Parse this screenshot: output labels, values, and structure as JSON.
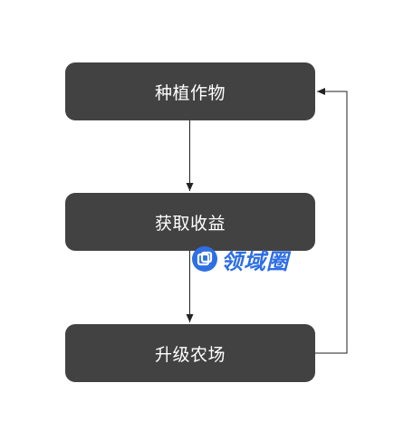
{
  "nodes": [
    {
      "label": "种植作物"
    },
    {
      "label": "获取收益"
    },
    {
      "label": "升级农场"
    }
  ],
  "edges": [
    {
      "from": "种植作物",
      "to": "获取收益"
    },
    {
      "from": "获取收益",
      "to": "升级农场"
    },
    {
      "from": "升级农场",
      "to": "种植作物"
    }
  ],
  "watermark": {
    "text": "领域圈"
  },
  "colors": {
    "node_fill": "#424242",
    "node_text": "#ffffff",
    "arrow": "#222222",
    "watermark": "#2f6fe3"
  }
}
